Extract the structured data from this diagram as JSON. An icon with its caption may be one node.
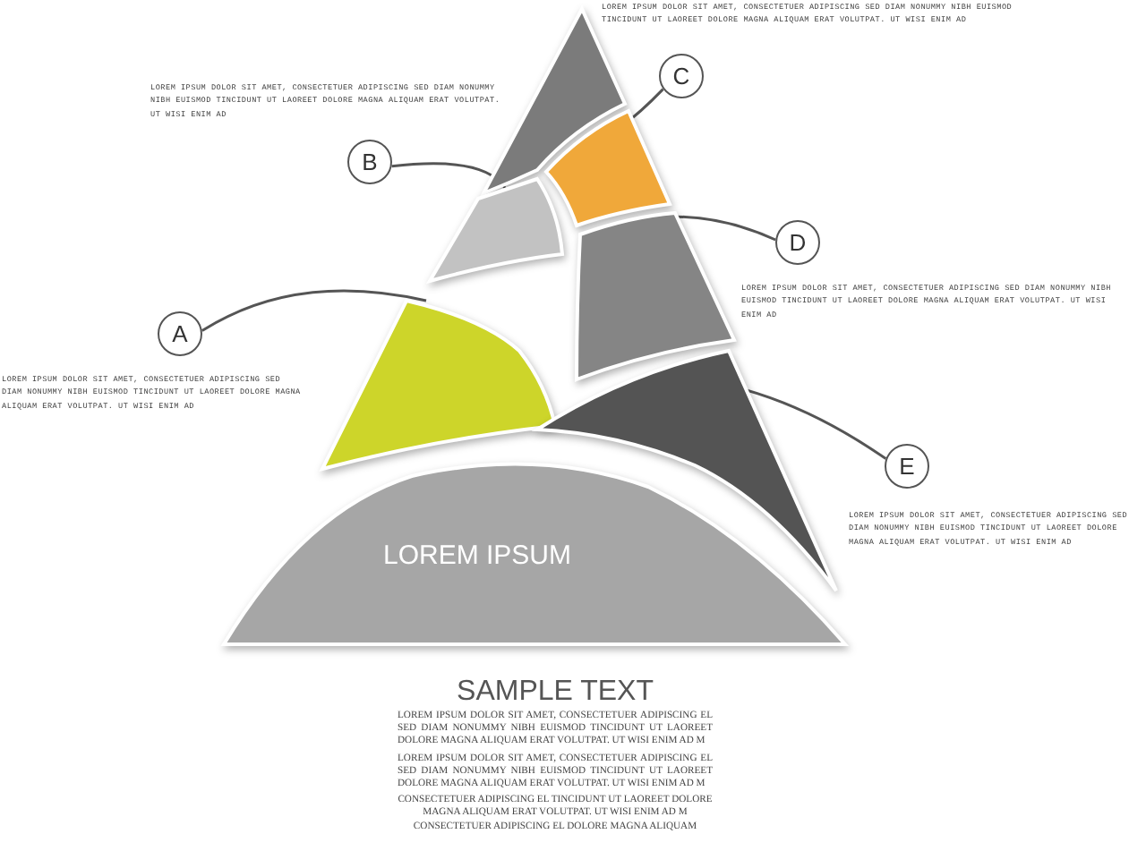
{
  "diagram": {
    "nodes": [
      {
        "text": [],
        "shape": "wedge"
      },
      {
        "text": [],
        "shape": "wedge"
      },
      {
        "text": [],
        "shape": "wedge"
      },
      {
        "text": [],
        "shape": "wedge"
      },
      {
        "text": [],
        "shape": "wedge"
      },
      {
        "text": [],
        "shape": "wedge"
      },
      {
        "text": [
          "LOREM IPSUM"
        ]
      },
      {
        "text": [
          "C"
        ]
      },
      {
        "text": [
          "B"
        ]
      },
      {
        "text": [
          "D"
        ]
      },
      {
        "text": [
          "A"
        ]
      },
      {
        "text": [
          "E"
        ]
      }
    ],
    "edges": [
      {
        "from": 7,
        "to": 1,
        "arrow": "none"
      },
      {
        "from": 8,
        "to": 2,
        "arrow": "none"
      },
      {
        "from": 9,
        "to": 3,
        "arrow": "none"
      },
      {
        "from": 10,
        "to": 4,
        "arrow": "none"
      },
      {
        "from": 11,
        "to": 5,
        "arrow": "none"
      }
    ],
    "labels": [
      "LOREM IPSUM DOLOR SIT AMET, CONSECTETUER ADIPISCING SED DIAM NONUMMY NIBH EUISMOD TINCIDUNT UT LAOREET DOLORE MAGNA ALIQUAM ERAT VOLUTPAT. UT WISI ENIM AD",
      "LOREM IPSUM DOLOR SIT AMET, CONSECTETUER ADIPISCING SED DIAM NONUMMY NIBH EUISMOD TINCIDUNT UT LAOREET DOLORE MAGNA ALIQUAM ERAT VOLUTPAT. UT WISI ENIM AD",
      "LOREM IPSUM DOLOR SIT AMET, CONSECTETUER ADIPISCING SED DIAM NONUMMY NIBH EUISMOD TINCIDUNT UT LAOREET DOLORE MAGNA ALIQUAM ERAT VOLUTPAT. UT WISI ENIM AD",
      "LOREM IPSUM DOLOR SIT AMET, CONSECTETUER ADIPISCING SED DIAM NONUMMY NIBH EUISMOD TINCIDUNT UT LAOREET DOLORE MAGNA ALIQUAM ERAT VOLUTPAT. UT WISI ENIM AD",
      "LOREM IPSUM DOLOR SIT AMET, CONSECTETUER ADIPISCING SED DIAM NONUMMY NIBH EUISMOD TINCIDUNT UT LAOREET DOLORE MAGNA ALIQUAM ERAT VOLUTPAT. UT WISI ENIM AD",
      "SAMPLE TEXT",
      "LOREM IPSUM DOLOR SIT AMET, CONSECTETUER ADIPISCING EL SED DIAM NONUMMY NIBH EUISMOD TINCIDUNT UT LAOREET DOLORE MAGNA ALIQUAM ERAT VOLUTPAT. UT WISI ENIM AD M",
      "LOREM IPSUM DOLOR SIT AMET, CONSECTETUER ADIPISCING EL SED DIAM NONUMMY NIBH EUISMOD TINCIDUNT UT LAOREET DOLORE MAGNA ALIQUAM ERAT VOLUTPAT. UT WISI ENIM AD M",
      "CONSECTETUER ADIPISCING EL TINCIDUNT UT LAOREET DOLORE MAGNA ALIQUAM ERAT VOLUTPAT. UT WISI ENIM AD M CONSECTETUER ADIPISCING EL DOLORE MAGNA ALIQUAM"
    ]
  }
}
